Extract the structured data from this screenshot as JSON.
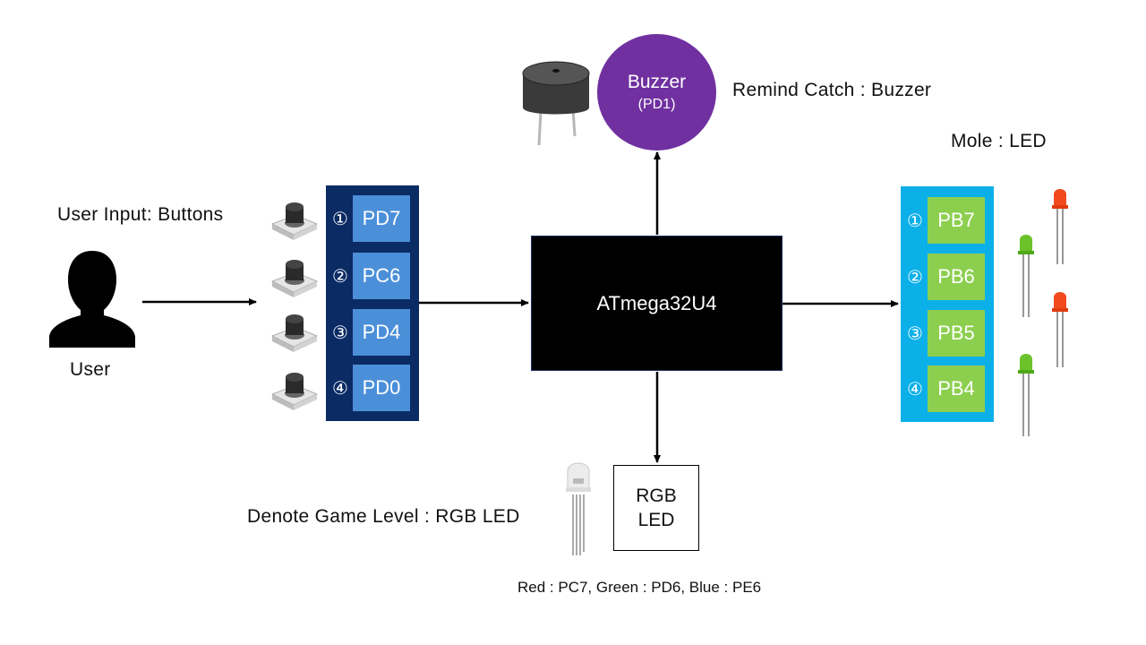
{
  "mcu": {
    "label": "ATmega32U4"
  },
  "buzzer": {
    "title": "Buzzer",
    "pin": "(PD1)",
    "caption": "Remind Catch : Buzzer",
    "color": "#7030a0"
  },
  "user": {
    "caption": "User",
    "input_caption": "User Input: Buttons"
  },
  "inputs": {
    "panel_color": "#0b2b64",
    "pin_color": "#4b8fd9",
    "rows": [
      {
        "num": "①",
        "pin": "PD7"
      },
      {
        "num": "②",
        "pin": "PC6"
      },
      {
        "num": "③",
        "pin": "PD4"
      },
      {
        "num": "④",
        "pin": "PD0"
      }
    ]
  },
  "outputs": {
    "caption": "Mole : LED",
    "panel_color": "#0bb0e8",
    "pin_color": "#8ccf4f",
    "rows": [
      {
        "num": "①",
        "pin": "PB7"
      },
      {
        "num": "②",
        "pin": "PB6"
      },
      {
        "num": "③",
        "pin": "PB5"
      },
      {
        "num": "④",
        "pin": "PB4"
      }
    ]
  },
  "rgb": {
    "line1": "RGB",
    "line2": "LED",
    "caption": "Denote Game Level : RGB LED",
    "pins": "Red : PC7, Green : PD6, Blue : PE6"
  },
  "icons": {
    "user": "person-silhouette-icon",
    "button": "tactile-push-button-icon",
    "buzzer": "piezo-buzzer-icon",
    "led_red": "red-led-icon",
    "led_green": "green-led-icon",
    "rgb_led": "rgb-led-icon"
  }
}
